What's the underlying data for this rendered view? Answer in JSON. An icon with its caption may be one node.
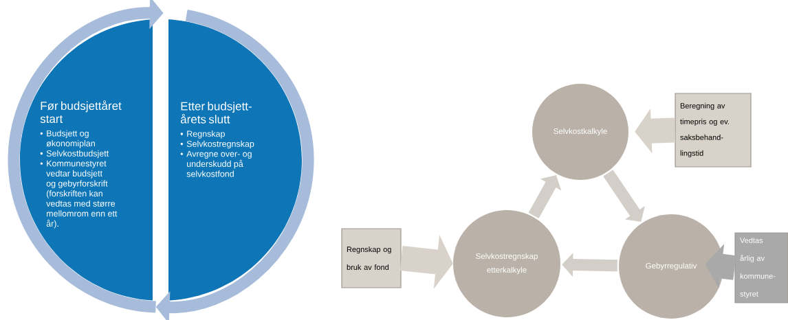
{
  "diagram": {
    "nodes": [
      {
        "text": [
          "Før budsjettåret start",
          "Budsjett og økonomiplan",
          "Selvkostbudsjett",
          "Kommunestyret vedtar budsjett og gebyrforskrift (forskriften kan vedtas med større mellomrom enn ett år)."
        ]
      },
      {
        "text": [
          "Etter budsjett- årets slutt",
          "Regnskap",
          "Selvkostregnskap",
          "Avregne over- og underskudd på selvkostfond"
        ]
      },
      {
        "text": [
          "Selvkostkalkyle"
        ]
      },
      {
        "text": [
          "Beregning av timepris og ev. saksbehand- lingstid"
        ]
      },
      {
        "text": [
          "Regnskap og bruk av fond"
        ]
      },
      {
        "text": [
          "Selvkostregnskap etterkalkyle"
        ]
      },
      {
        "text": [
          "Gebyrregulativ"
        ]
      },
      {
        "text": [
          "Vedtas årlig av kommune- styret"
        ]
      }
    ],
    "edges": [
      {
        "from": 0,
        "to": 1,
        "arrow": "to"
      },
      {
        "from": 1,
        "to": 0,
        "arrow": "to"
      },
      {
        "from": 3,
        "to": 2,
        "arrow": "to",
        "style": "thick"
      },
      {
        "from": 2,
        "to": 6,
        "arrow": "to"
      },
      {
        "from": 6,
        "to": 5,
        "arrow": "to"
      },
      {
        "from": 5,
        "to": 2,
        "arrow": "to"
      },
      {
        "from": 4,
        "to": 5,
        "arrow": "to",
        "style": "thick"
      },
      {
        "from": 7,
        "to": 6,
        "arrow": "to",
        "style": "thick"
      }
    ],
    "labels": [
      "•",
      "•",
      "•",
      "•",
      "•",
      "•"
    ]
  }
}
